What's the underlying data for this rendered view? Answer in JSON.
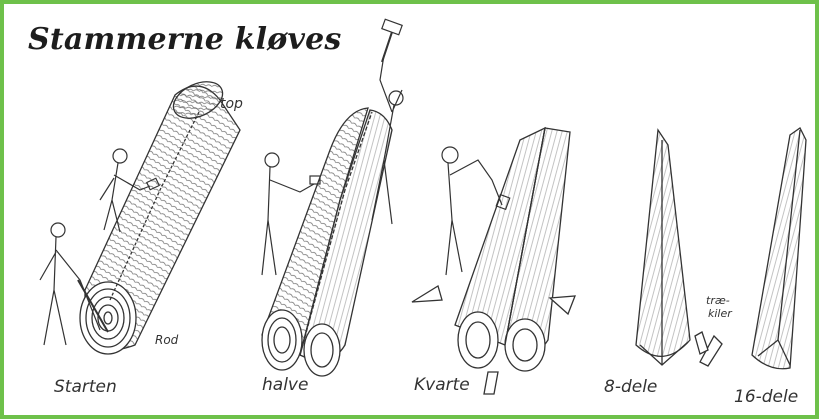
{
  "title": "Stammerne kløves",
  "labels": {
    "top": "top",
    "rod": "Rod",
    "starten": "Starten",
    "halve": "halve",
    "kvarte": "Kvarte",
    "otte": "8-dele",
    "seksten": "16-dele",
    "trakiler": "træ-\nkiler"
  },
  "colors": {
    "frame": "#6ec14a",
    "ink": "#3a3a3a"
  }
}
